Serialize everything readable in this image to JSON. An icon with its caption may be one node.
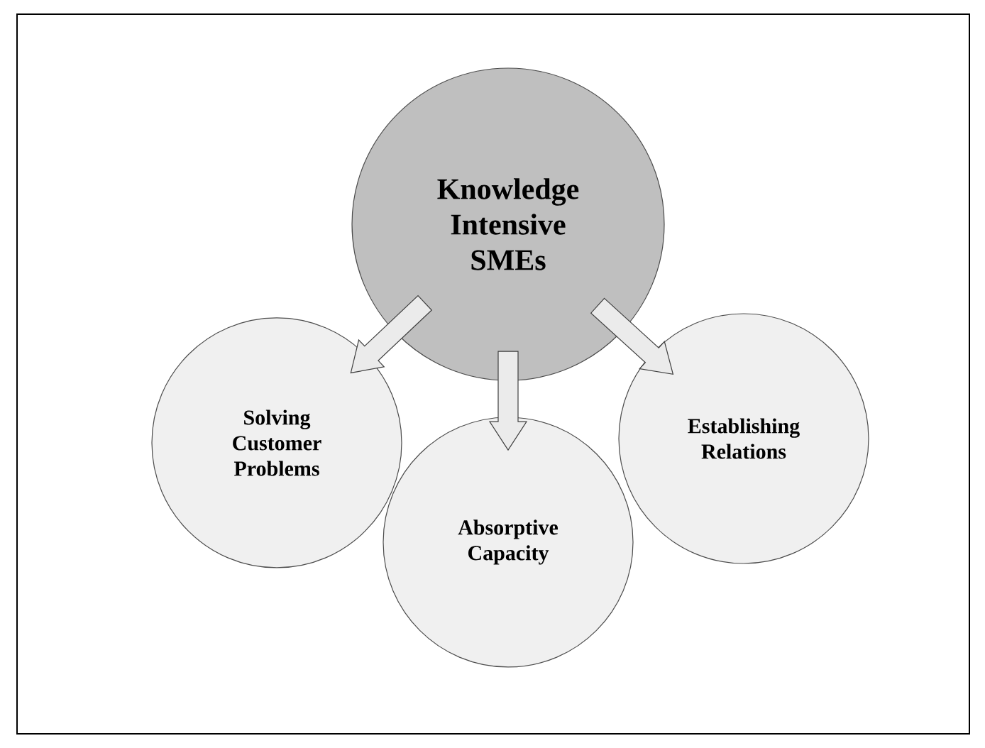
{
  "diagram": {
    "nodes": [
      {
        "text": [
          "Knowledge Intensive SMEs"
        ]
      },
      {
        "text": [
          "Solving Customer Problems"
        ]
      },
      {
        "text": [
          "Absorptive Capacity"
        ]
      },
      {
        "text": [
          "Establishing Relations"
        ]
      }
    ],
    "edges": [
      {
        "from": 0,
        "to": 1,
        "arrow": "to"
      },
      {
        "from": 0,
        "to": 2,
        "arrow": "to"
      },
      {
        "from": 0,
        "to": 3,
        "arrow": "to"
      }
    ]
  }
}
